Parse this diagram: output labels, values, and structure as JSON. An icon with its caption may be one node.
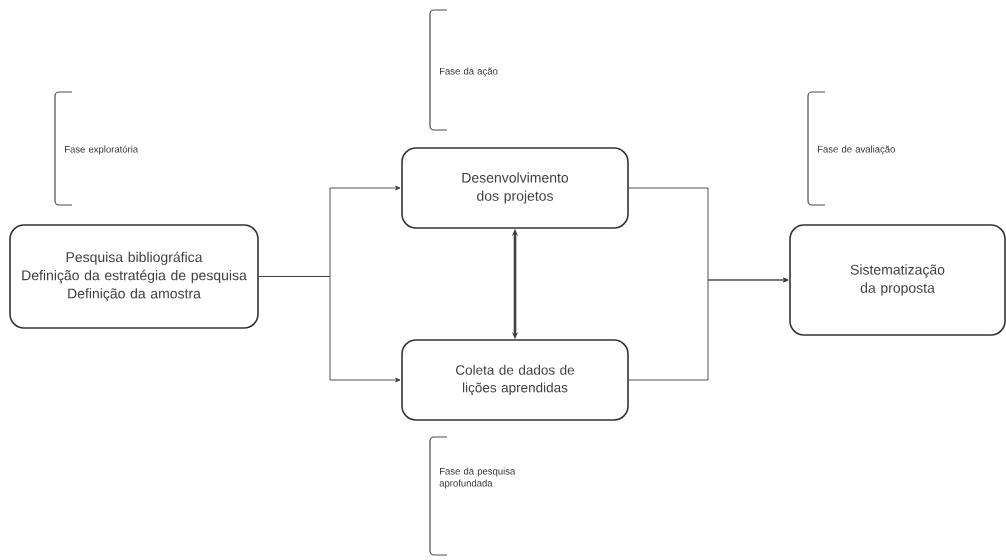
{
  "diagram": {
    "nodes": [
      {
        "text": [
          "Pesquisa bibliográfica",
          "Definição da estratégia de pesquisa",
          "Definição da amostra"
        ]
      },
      {
        "text": [
          "Desenvolvimento dos projetos"
        ]
      },
      {
        "text": [
          "Coleta de dados de lições aprendidas"
        ]
      },
      {
        "text": [
          "Sistematização da proposta"
        ]
      }
    ],
    "edges": [
      {
        "from": 0,
        "to": 1,
        "arrow": "to"
      },
      {
        "from": 0,
        "to": 2,
        "arrow": "to"
      },
      {
        "from": 1,
        "to": 2,
        "arrow": "both",
        "style": "thick"
      },
      {
        "from": 1,
        "to": 3,
        "arrow": "to"
      },
      {
        "from": 2,
        "to": 3,
        "arrow": "to"
      }
    ],
    "labels": [
      "Fase da ação",
      "Fase exploratória",
      "Fase de avaliação",
      "Fase da pesquisa aprofundada"
    ]
  }
}
